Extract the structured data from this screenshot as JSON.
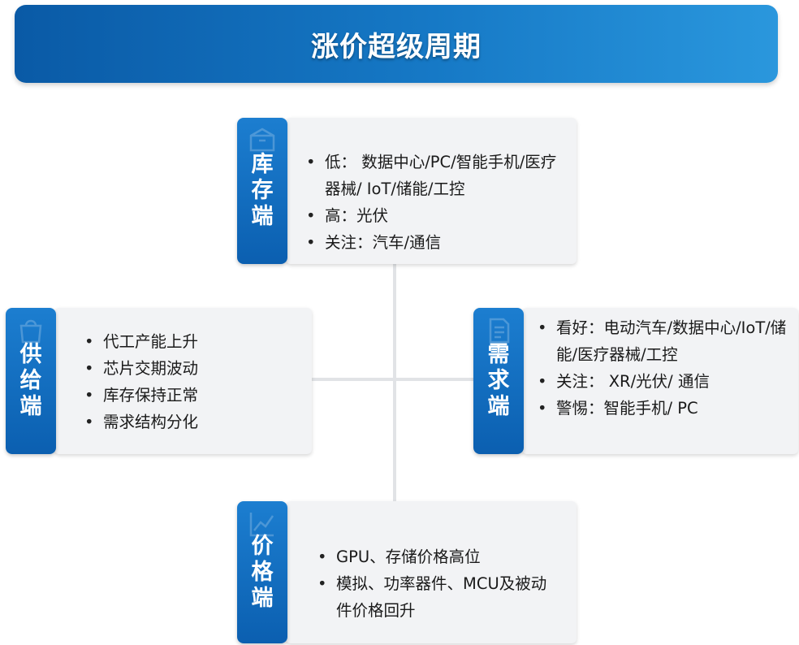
{
  "title": "涨价超级周期",
  "colors": {
    "accent": "#0b63b6",
    "card_bg": "#f2f3f5",
    "connector": "#e1e3e6"
  },
  "cards": [
    {
      "id": "inventory",
      "label": "库\n存\n端",
      "icon": "box-icon",
      "items": [
        "低： 数据中心/PC/智能手机/医疗器械/ IoT/储能/工控",
        "高：光伏",
        "关注：汽车/通信"
      ]
    },
    {
      "id": "supply",
      "label": "供\n给\n端",
      "icon": "shopping-bag-icon",
      "items": [
        "代工产能上升",
        "芯片交期波动",
        "库存保持正常",
        "需求结构分化"
      ]
    },
    {
      "id": "demand",
      "label": "需\n求\n端",
      "icon": "document-icon",
      "items": [
        "看好：电动汽车/数据中心/IoT/储能/医疗器械/工控",
        "关注： XR/光伏/ 通信",
        "警惕：智能手机/ PC"
      ]
    },
    {
      "id": "price",
      "label": "价\n格\n端",
      "icon": "trend-chart-icon",
      "items": [
        "GPU、存储价格高位",
        "模拟、功率器件、MCU及被动件价格回升"
      ]
    }
  ]
}
